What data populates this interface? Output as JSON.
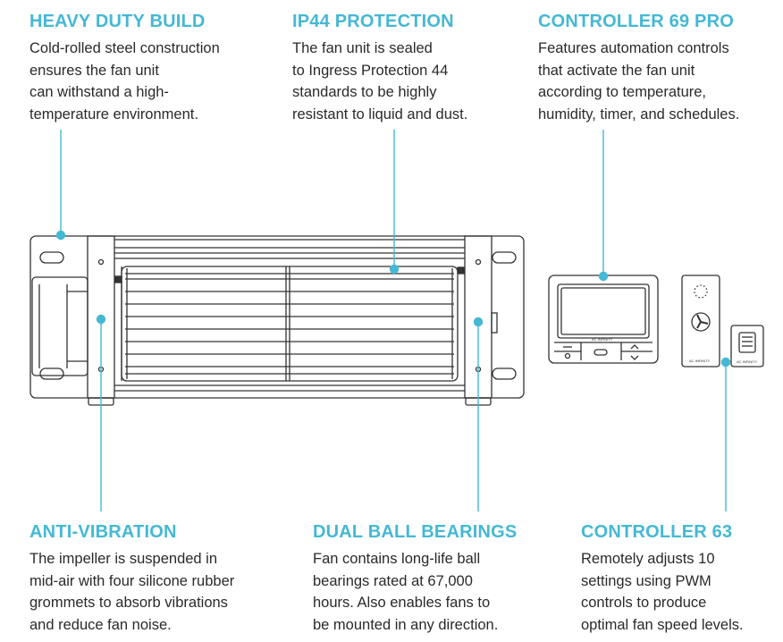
{
  "callouts": {
    "heavy_duty": {
      "title": "HEAVY DUTY BUILD",
      "lines": [
        "Cold-rolled steel construction",
        "ensures the fan unit",
        "can withstand a high-",
        "temperature environment."
      ]
    },
    "ip44": {
      "title": "IP44 PROTECTION",
      "lines": [
        "The fan unit is sealed",
        "to Ingress Protection 44",
        "standards to be highly",
        "resistant to liquid and dust."
      ]
    },
    "controller69": {
      "title": "CONTROLLER 69 PRO",
      "lines": [
        "Features automation controls",
        "that activate the fan unit",
        "according to temperature,",
        "humidity, timer, and schedules."
      ]
    },
    "anti_vibration": {
      "title": "ANTI-VIBRATION",
      "lines": [
        "The impeller is suspended in",
        "mid-air with four silicone rubber",
        "grommets to absorb vibrations",
        "and reduce fan noise."
      ]
    },
    "ball_bearings": {
      "title": "DUAL BALL BEARINGS",
      "lines": [
        "Fan contains long-life ball",
        "bearings rated at 67,000",
        "hours. Also enables fans to",
        "be mounted in any direction."
      ]
    },
    "controller63": {
      "title": "CONTROLLER 63",
      "lines": [
        "Remotely adjusts 10",
        "settings using PWM",
        "controls to produce",
        "optimal fan speed levels."
      ]
    }
  },
  "device_labels": {
    "brand": "AC INFINITY"
  },
  "colors": {
    "accent": "#45b8d4",
    "text": "#2a2a2a",
    "line_art": "#333333"
  }
}
